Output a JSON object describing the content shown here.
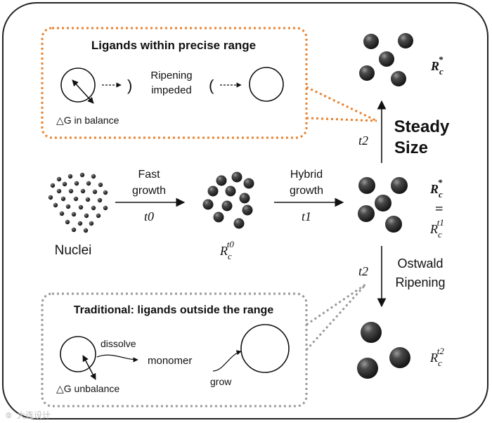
{
  "top_box": {
    "title": "Ligands within precise range",
    "ripening_line1": "Ripening",
    "ripening_line2": "impeded",
    "balance_note": "△G in balance",
    "open_paren": ")",
    "close_paren": "("
  },
  "bottom_box": {
    "title": "Traditional: ligands outside the range",
    "dissolve": "dissolve",
    "monomer": "monomer",
    "grow": "grow",
    "unbalance_note": "△G unbalance"
  },
  "stages": {
    "nuclei": "Nuclei",
    "rc_t0_base": "R",
    "rc_t0_sub": "c",
    "rc_t0_sup": "t0",
    "rc_star_base": "R",
    "rc_star_sub": "c",
    "rc_star_sup": "*",
    "rc_mid_base": "R",
    "rc_mid_sub": "c",
    "rc_mid_sup": "*",
    "rc_mid_eq": "II",
    "rc_t1_base": "R",
    "rc_t1_sub": "c",
    "rc_t1_sup": "t1",
    "rc_t2_base": "R",
    "rc_t2_sub": "c",
    "rc_t2_sup": "t2"
  },
  "arrows": {
    "fast_line1": "Fast",
    "fast_line2": "growth",
    "fast_time": "t0",
    "hybrid_line1": "Hybrid",
    "hybrid_line2": "growth",
    "hybrid_time": "t1",
    "steady_time": "t2",
    "steady_line1": "Steady",
    "steady_line2": "Size",
    "ostwald_time": "t2",
    "ostwald_line1": "Ostwald",
    "ostwald_line2": "Ripening"
  },
  "colors": {
    "orange_dotted": "#e8822f",
    "gray_dotted": "#9a9a9a",
    "sphere_dark": "#2a2a2a"
  },
  "watermark": "大连设计"
}
